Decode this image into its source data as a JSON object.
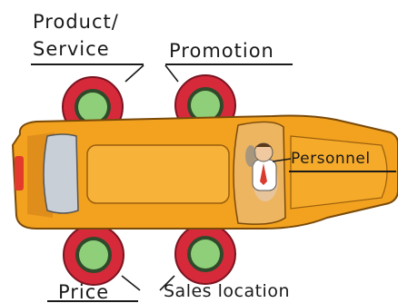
{
  "labels": {
    "product_line1": "Product/",
    "product_line2": "Service",
    "promotion": "Promotion",
    "personnel": "Personnel",
    "price": "Price",
    "sales_location": "Sales location"
  },
  "colors": {
    "car_body": "#f2a21e",
    "car_body_dark": "#c8750f",
    "tire": "#d62a3b",
    "tire_dark": "#a51b2a",
    "hubcap": "#8fcf7a",
    "hubcap_ring": "#2e4a2a",
    "windshield": "#c9cfd6",
    "roof_panel": "#f7b23a",
    "driver_shirt": "#ffffff",
    "driver_tie": "#d93b2e"
  }
}
